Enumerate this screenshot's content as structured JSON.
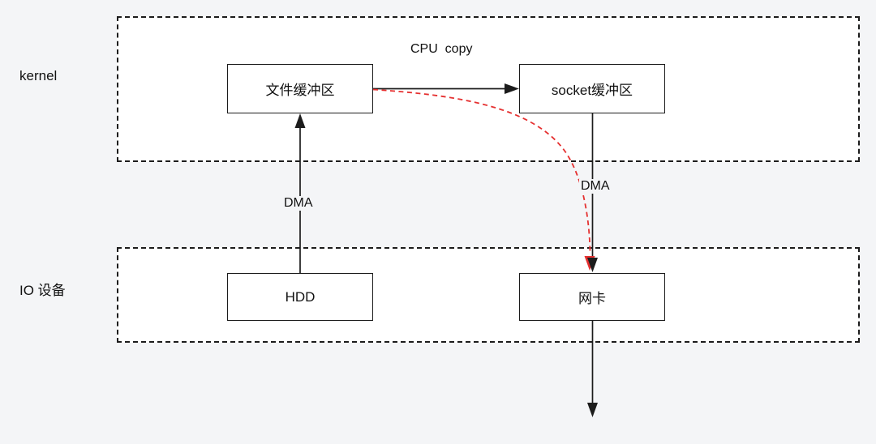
{
  "regions": [
    {
      "id": "kernel",
      "label": "kernel"
    },
    {
      "id": "io-devices",
      "label": "IO 设备"
    }
  ],
  "nodes": [
    {
      "id": "file-buffer",
      "label": "文件缓冲区"
    },
    {
      "id": "socket-buffer",
      "label": "socket缓冲区"
    },
    {
      "id": "hdd",
      "label": "HDD"
    },
    {
      "id": "nic",
      "label": "网卡"
    }
  ],
  "edges": [
    {
      "from": "file-buffer",
      "to": "socket-buffer",
      "label": "CPU  copy",
      "style": "solid-black-arrow"
    },
    {
      "from": "hdd",
      "to": "file-buffer",
      "label": "DMA",
      "style": "solid-black-arrow"
    },
    {
      "from": "socket-buffer",
      "to": "nic",
      "label": "DMA",
      "style": "solid-black-arrow"
    },
    {
      "from": "file-buffer",
      "to": "nic",
      "label": "",
      "style": "dashed-red-arrow"
    },
    {
      "from": "nic",
      "to": "off-canvas-bottom",
      "label": "",
      "style": "solid-black-arrow"
    }
  ],
  "colors": {
    "background": "#f4f5f7",
    "region_fill": "#ffffff",
    "line": "#1c1c1c",
    "red_accent": "#e53030",
    "text": "#111111"
  }
}
